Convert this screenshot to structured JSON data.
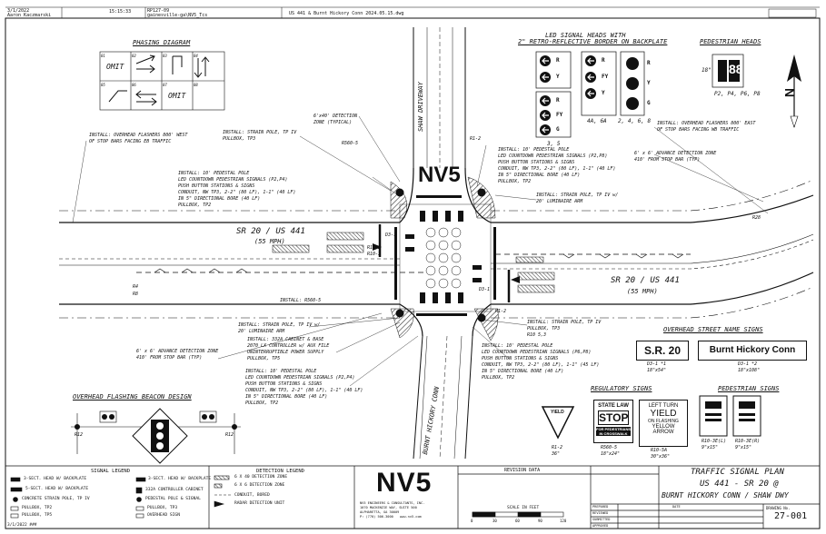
{
  "header": {
    "date": "3/1/2022",
    "user": "Aaron Kaczmarski",
    "time": "15:15:33",
    "job": "RP127-09",
    "path": "gainesville-ga\\NV5_Tcs",
    "file": "US 441 & Burnt Hickory Conn 2024.05.15.dwg"
  },
  "titles": {
    "phasing": "PHASING DIAGRAM",
    "led_heads_1": "LED SIGNAL HEADS WITH",
    "led_heads_2": "2\" RETRO-REFLECTIVE BORDER ON BACKPLATE",
    "ped_heads": "PEDESTRIAN HEADS",
    "overhead_beacon": "OVERHEAD FLASHING BEACON DESIGN",
    "street_name_signs": "OVERHEAD STREET NAME SIGNS",
    "regulatory_signs": "REGULATORY SIGNS",
    "pedestrian_signs": "PEDESTRIAN SIGNS"
  },
  "phasing": {
    "omit": "OMIT",
    "cells": [
      "01",
      "02",
      "03",
      "04",
      "05",
      "06",
      "07",
      "08"
    ]
  },
  "heads": {
    "label_a": "3, 5",
    "label_b": "4A, 6A",
    "label_c": "2, 4, 6, 8",
    "ped_label": "P2, P4, P6, P8",
    "ped_dim": "18\"",
    "ped_digits": "88",
    "letters": [
      "R",
      "R",
      "R",
      "R",
      "Y",
      "Y",
      "G",
      "FY",
      "FY",
      "G",
      "R",
      "Y",
      "G"
    ]
  },
  "roads": {
    "sr20_left": "SR 20 / US 441",
    "sr20_left_speed": "(55 MPH)",
    "sr20_right": "SR 20 / US 441",
    "sr20_right_speed": "(55 MPH)",
    "shaw": "SHAW DRIVEWAY",
    "burnt": "BURNT HICKORY CONN"
  },
  "notes": {
    "n1": "INSTALL: OVERHEAD FLASHERS 800' WEST\nOF STOP BARS FACING EB TRAFFIC",
    "n2": "INSTALL: STRAIN POLE, TP IV\nPULLBOX, TP3",
    "n3": "6'x40' DETECTION\nZONE (TYPICAL)",
    "n4": "R560-5",
    "n5": "R1-2",
    "n6": "INSTALL: 10' PEDESTAL POLE\nLED COUNTDOWN PEDESTRIAN SIGNALS (P2,P4)\nPUSH BUTTON STATIONS & SIGNS\nCONDUIT, NW TP3, 2-2\" (80 LF), 1-1\" (40 LF)\nIN 5\" DIRECTIONAL BORE (40 LF)\nPULLBOX, TP2",
    "n7": "INSTALL: 10' PEDESTAL POLE\nLED COUNTDOWN PEDESTRIAN SIGNALS (P2,P8)\nPUSH BUTTON STATIONS & SIGNS\nCONDUIT, NW TP3, 2-2\" (80 LF), 1-1\" (40 LF)\nIN 5\" DIRECTIONAL BORE (40 LF)\nPULLBOX, TP2",
    "n8": "INSTALL: OVERHEAD FLASHERS 800' EAST\nOF STOP BARS FACING WB TRAFFIC",
    "n9": "6' x 6' ADVANCE DETECTION ZONE\n410' FROM STOP BAR (TYP)",
    "n10": "INSTALL: STRAIN POLE, TP IV w/\n20' LUMINAIRE ARM",
    "n11": "INSTALL: R560-5",
    "n12": "INSTALL: STRAIN POLE, TP IV w/\n20' LUMINAIRE ARM",
    "n13": "INSTALL: 332A CABINET & BASE\n2070 LX CONTROLLER w/ AUX FILE\nUNINTERRUPTIBLE POWER SUPPLY\nPULLBOX, TP5",
    "n14": "6' x 6' ADVANCE DETECTION ZONE\n410' FROM STOP BAR (TYP)",
    "n15": "INSTALL: 10' PEDESTAL POLE\nLED COUNTDOWN PEDESTRIAN SIGNALS (P2,P4)\nPUSH BUTTON STATIONS & SIGNS\nCONDUIT, NW TP3, 2-2\" (80 LF), 1-1\" (40 LF)\nIN 5\" DIRECTIONAL BORE (40 LF)\nPULLBOX, TP2",
    "n16": "INSTALL: STRAIN POLE, TP IV\nPULLBOX, TP3\nR10 5,3",
    "n17": "INSTALL: 10' PEDESTAL POLE\nLED COUNTDOWN PEDESTRIAN SIGNALS (P6,P8)\nPUSH BUTTON STATIONS & SIGNS\nCONDUIT, NW TP3, 2-2\" (80 LF), 1-1\" (45 LF)\nIN 5\" DIRECTIONAL BORE (40 LF)\nPULLBOX, TP2",
    "r4": "R4",
    "r8": "R8",
    "r28": "R28",
    "r10_2": "R10-2",
    "r10_3": "R10-3",
    "r1_2b": "R1-2",
    "d3_1": "D3-1",
    "d3_1b": "D3-1",
    "r12_l": "R12",
    "r12_r": "R12"
  },
  "street_signs": {
    "sr20": "S.R. 20",
    "sr20_cap": "D3-1 *1\n18\"x54\"",
    "burnt": "Burnt Hickory Conn",
    "burnt_cap": "D3-1 *2\n18\"x108\""
  },
  "reg_signs": {
    "yield": "YIELD",
    "yield_cap": "R1-2\n36\"",
    "state_law": "STATE LAW",
    "stop": "STOP",
    "for_ped": "FOR PEDESTRIANS\nIN CROSSWALK",
    "state_cap": "R560-5\n18\"x24\"",
    "left_turn": "LEFT TURN",
    "yield2": "YIELD",
    "on_flashing": "ON FLASHING",
    "yellow_arrow": "YELLOW\nARROW",
    "left_cap": "R10-5A\n30\"x36\"",
    "ped_cap1": "R10-3E(L)\n9\"x15\"",
    "ped_cap2": "R10-3E(R)\n9\"x15\""
  },
  "signal_legend": {
    "title": "SIGNAL LEGEND",
    "items": [
      "3-SECT. HEAD W/ BACKPLATE",
      "3-SECT. HEAD W/ BACKPLATE",
      "5-SECT. HEAD W/ BACKPLATE",
      "332A CONTROLLER CABINET",
      "CONCRETE STRAIN POLE, TP IV",
      "PEDESTAL POLE & SIGNAL",
      "PULLBOX, TP2",
      "PULLBOX, TP3",
      "PULLBOX, TP5",
      "OVERHEAD SIGN"
    ]
  },
  "detection_legend": {
    "title": "DETECTION LEGEND",
    "items": [
      "6 X 40 DETECTION ZONE",
      "6 X 6 DETECTION ZONE",
      "CONDUIT, BORED",
      "RADAR DETECTION UNIT"
    ]
  },
  "logo": {
    "text": "NV5",
    "company": "NV5 ENGINEERS & CONSULTANTS, INC.",
    "addr1": "1070 MACKENZIE WAY, SUITE 500",
    "addr2": "ALPHARETTA, GA 30009",
    "phone": "P: (770) 506-3000",
    "web": "www.nv5.com"
  },
  "revision": {
    "title": "REVISION DATA",
    "labels": [
      "PREPARED",
      "REVIEWED",
      "SUBMITTED",
      "APPROVED",
      "DATE"
    ]
  },
  "scale": {
    "label": "SCALE IN FEET",
    "ticks": [
      "0",
      "30",
      "60",
      "90",
      "120"
    ]
  },
  "title_block": {
    "l1": "TRAFFIC SIGNAL PLAN",
    "l2": "US 441 - SR 20 @",
    "l3": "BURNT HICKORY CONN / SHAW DWY",
    "drawing_no_label": "DRAWING No.",
    "drawing_no": "27-001"
  },
  "north": "N",
  "bottom_left": "3/1/2022     ###",
  "colors": {
    "line": "#111111",
    "fill": "#222222",
    "hatch": "#555555"
  }
}
